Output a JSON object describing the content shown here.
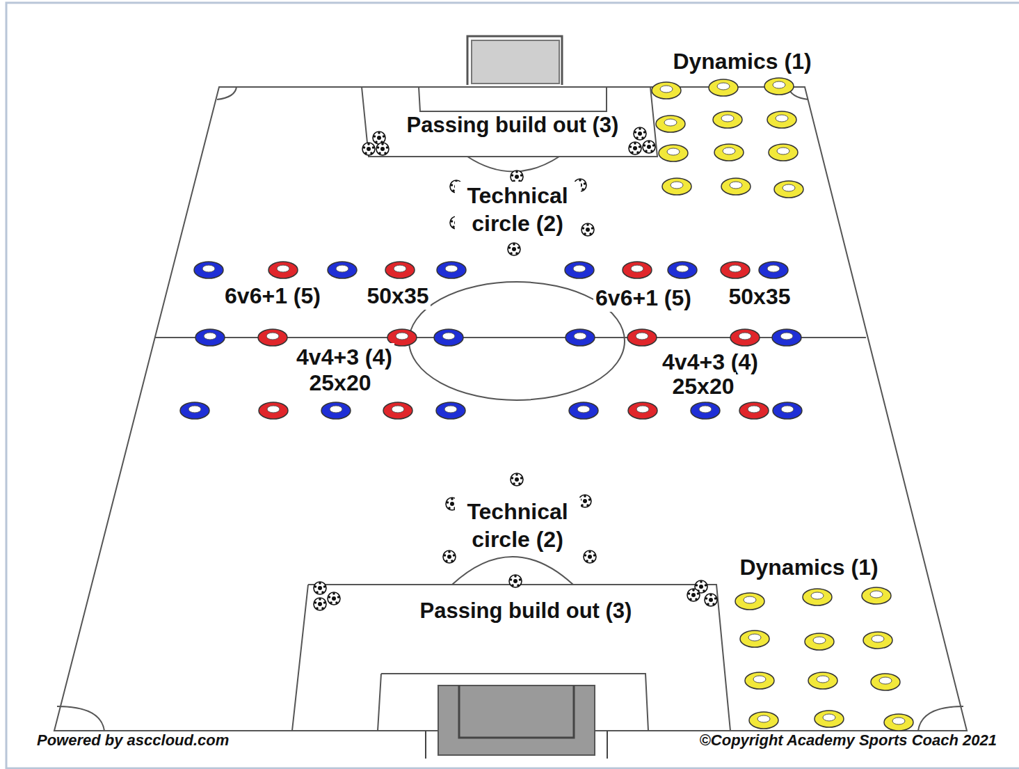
{
  "diagram": {
    "labels": [
      "Dynamics (1)",
      "Passing build out (3)",
      "Technical circle (2)",
      "6v6+1 (5)",
      "50x35",
      "6v6+1 (5)",
      "50x35",
      "4v4+3 (4)",
      "25x20",
      "4v4+3 (4)",
      "25x20",
      "Technical circle (2)",
      "Dynamics (1)",
      "Passing build out (3)",
      "Powered by asccloud.com",
      "©Copyright Academy Sports Coach 2021"
    ]
  }
}
